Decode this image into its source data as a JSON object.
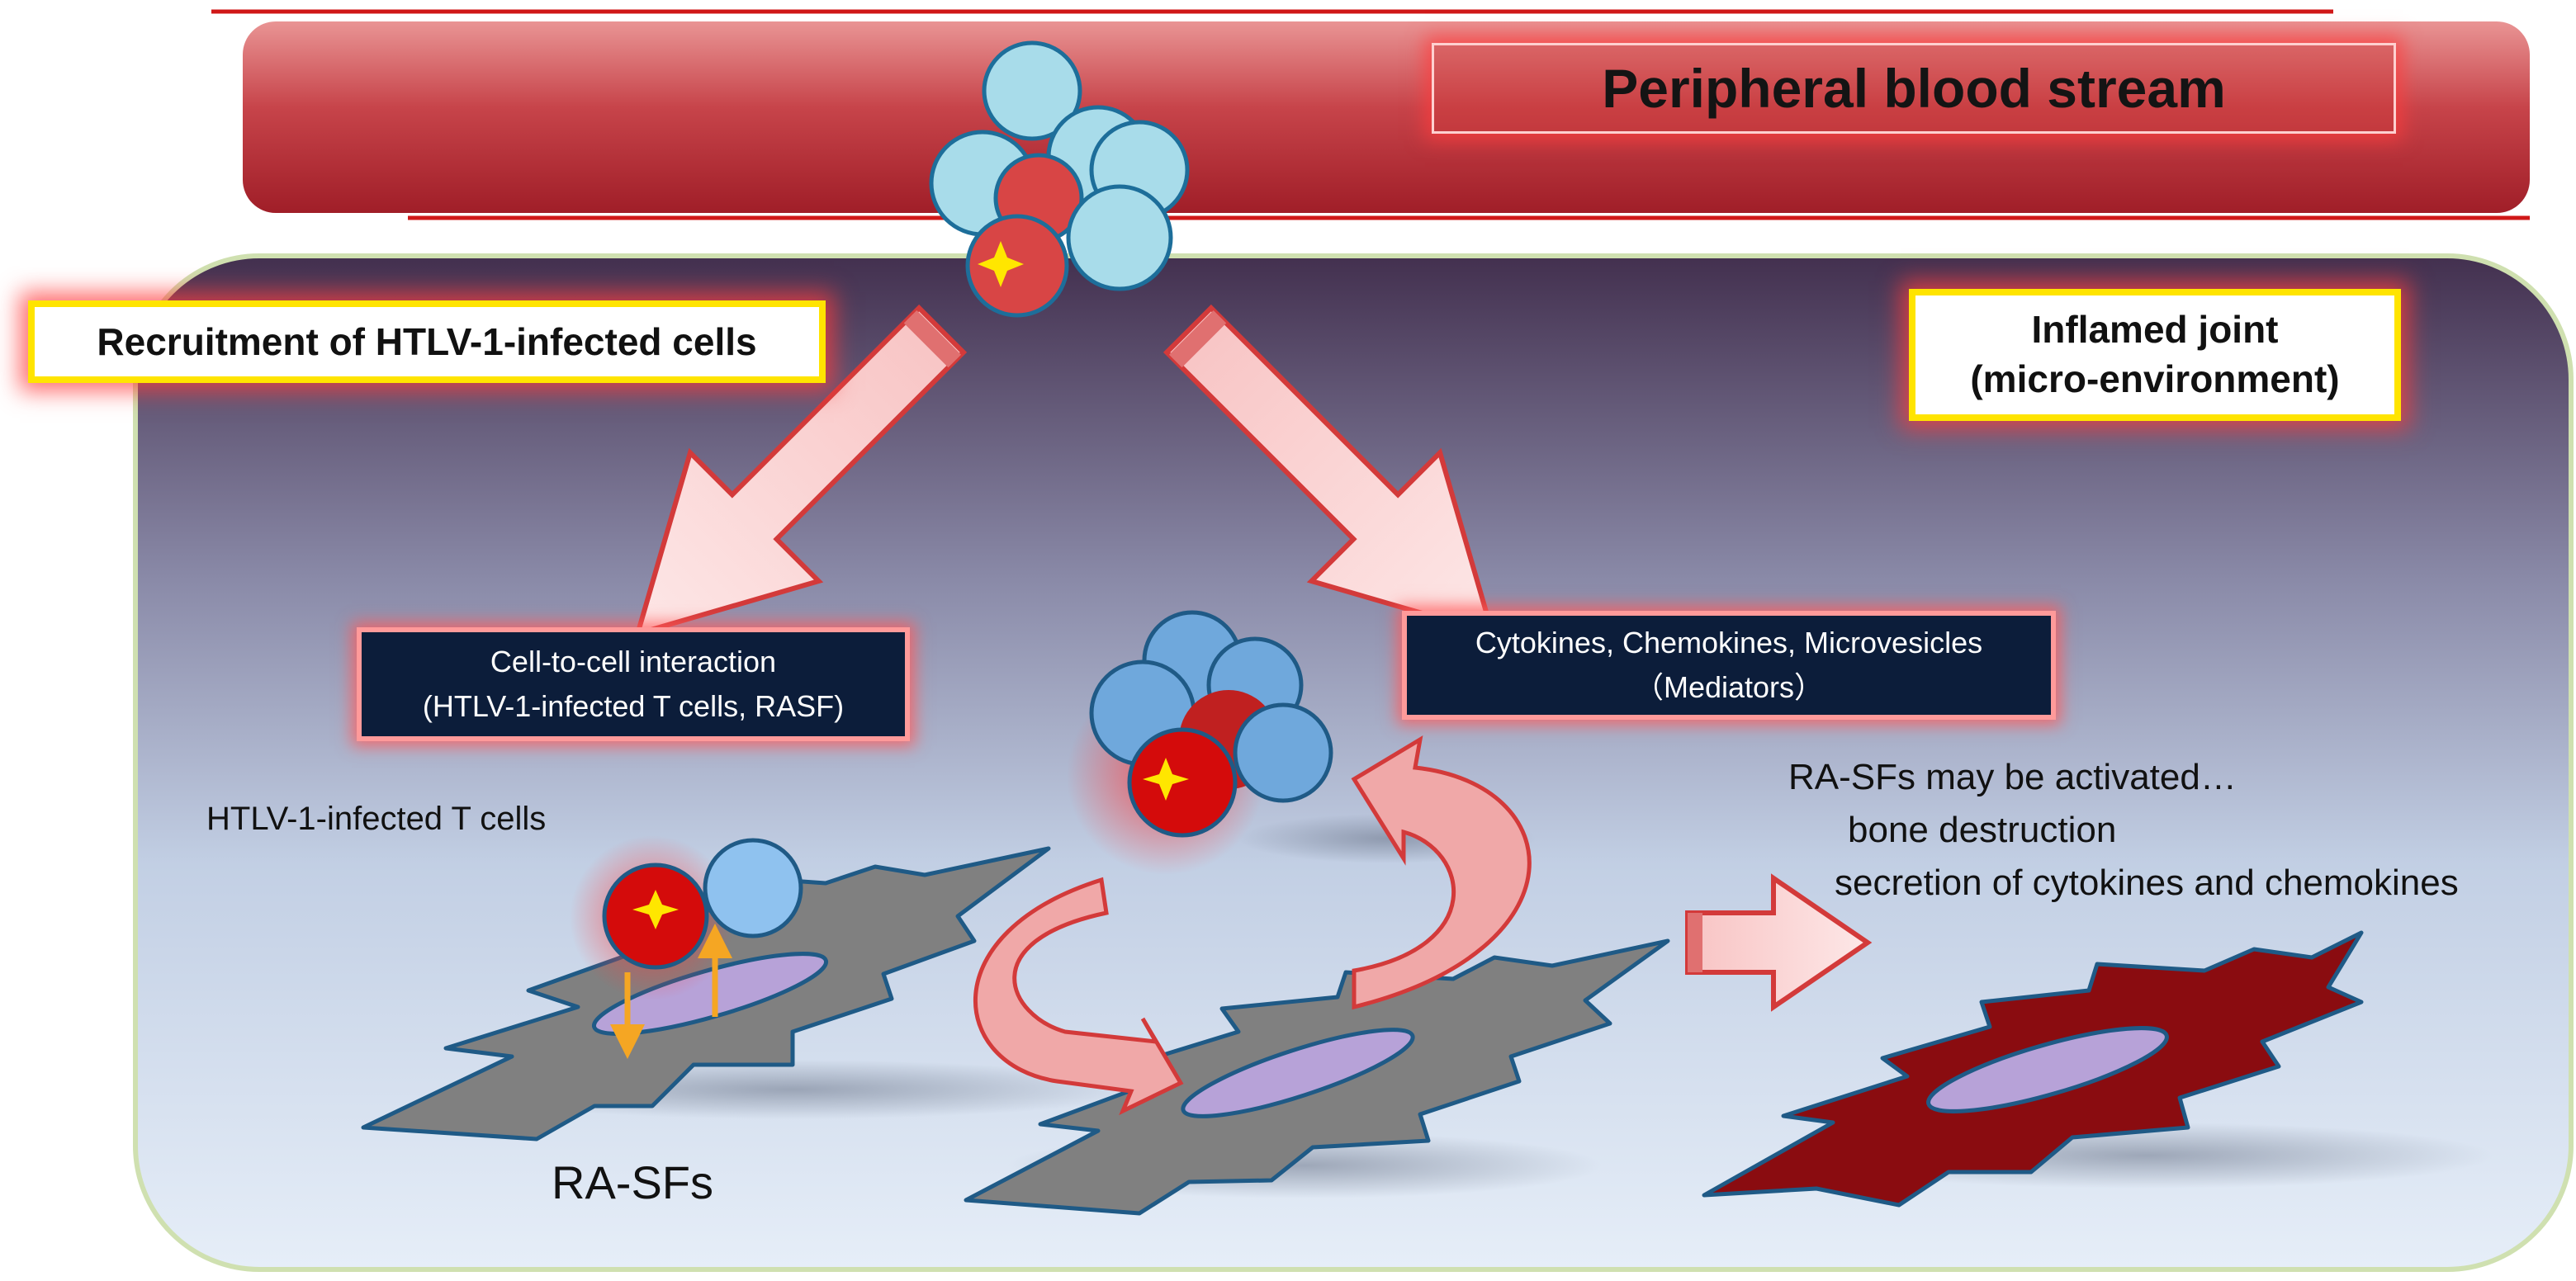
{
  "title": "Peripheral blood stream",
  "recruitment_label": "Recruitment of HTLV-1-infected cells",
  "joint_label": {
    "line1": "Inflamed joint",
    "line2": "(micro-environment)"
  },
  "interaction_box": {
    "line1": "Cell-to-cell interaction",
    "line2": "(HTLV-1-infected T cells, RASF)"
  },
  "mediators_box": {
    "line1": "Cytokines, Chemokines, Microvesicles",
    "line2": "（Mediators）"
  },
  "htlv_cells_label": "HTLV-1-infected T cells",
  "rasf_label": "RA-SFs",
  "activation": {
    "line1": "RA-SFs may be activated…",
    "line2": "bone destruction",
    "line3": "secretion of cytokines and chemokines"
  },
  "colors": {
    "vessel": "#c0353d",
    "joint_top": "#43304f",
    "joint_bottom": "#e4eef8",
    "infected_cell": "#d40b0b",
    "normal_cell": "#8fc2ef",
    "fibroblast": "#808080",
    "activated_fibroblast": "#8a0c10",
    "arrow": "#f8d0d0"
  }
}
